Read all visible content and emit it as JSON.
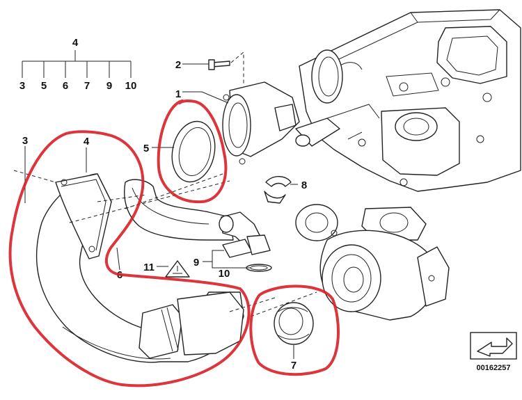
{
  "diagram": {
    "tree": {
      "root": "4",
      "children": [
        "3",
        "5",
        "6",
        "7",
        "9",
        "10"
      ]
    },
    "callouts": {
      "c1": "1",
      "c2": "2",
      "c3": "3",
      "c4": "4",
      "c5": "5",
      "c6": "6",
      "c7": "7",
      "c8": "8",
      "c9": "9",
      "c10": "10",
      "c11": "11"
    },
    "code": "00162257",
    "highlight_color": "#d81f26"
  }
}
